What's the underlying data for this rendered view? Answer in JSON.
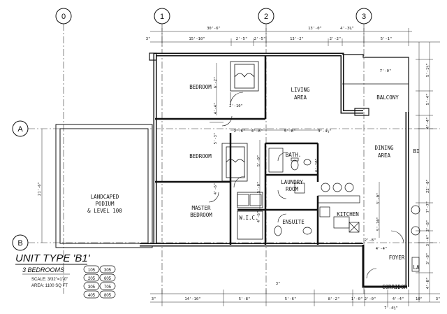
{
  "grid": {
    "columns": [
      "0",
      "1",
      "2",
      "3"
    ],
    "rows": [
      "A",
      "B"
    ]
  },
  "rooms": {
    "bedroom_1": "BEDROOM",
    "living_1": "LIVING",
    "living_2": "AREA",
    "balcony": "BALCONY",
    "bedroom_2": "BEDROOM",
    "bath": "BATH.",
    "dining_1": "DINING",
    "dining_2": "AREA",
    "bi": "BI",
    "laundry_1": "LAUNDRY",
    "laundry_2": "ROOM",
    "podium_1": "LANDCAPED",
    "podium_2": "PODIUM",
    "podium_3": "& LEVEL 100",
    "master_1": "MASTER",
    "master_2": "BEDROOM",
    "wic": "W.I.C.",
    "ensuite": "ENSUITE",
    "kitchen": "KITCHEN",
    "foyer": "FOYER",
    "la": "LA",
    "corridor": "CORRIDOR"
  },
  "dimensions": {
    "top_overall": "30'-6\"",
    "top_a": "3\"",
    "top_b": "15'-10\"",
    "top_c": "2'-5\"",
    "top_d": "2'-5\"",
    "top_e": "13'-2\"",
    "top_f": "4'-3½\"",
    "top_g": "13'-0\"",
    "top_h": "2'-2\"",
    "top_i": "5'-1\"",
    "balcony_w": "7'-0\"",
    "left_a": "21'-6\"",
    "bedroom_h": "6'-2\"",
    "d_a": "4'-4\"",
    "d_b": "2'-10\"",
    "d_c": "2'-6\"",
    "d_d": "4'-8\"",
    "d_e": "5'-8\"",
    "d_f": "3'-4½\"",
    "d_g": "5'-3\"",
    "d_h": "5'-0\"",
    "d_i": "6'-10\"",
    "d_j": "4'-6\"",
    "d_k": "5'-0\"",
    "d_l": "3'-0\"",
    "d_m": "5'-10\"",
    "d_n": "4'-6\"",
    "d_o": "2'-8\"",
    "d_p": "4'-4\"",
    "d_q": "3\"",
    "r_a": "5'-1½\"",
    "r_b": "5'-4\"",
    "r_c": "4'-4\"",
    "r_d": "22'-0\"",
    "r_e": "7'-7\"",
    "r_f": "2'-8\"",
    "r_g": "3'-4\"",
    "r_h": "3'-8\"",
    "r_i": "4'-0\"",
    "bottom_a": "3\"",
    "bottom_b": "14'-10\"",
    "bottom_c": "5'-8\"",
    "bottom_d": "5'-6\"",
    "bottom_e": "8'-2\"",
    "bottom_f": "1'-0\"",
    "bottom_g": "2'-0\"",
    "bottom_h": "4'-4\"",
    "bottom_i": "7'-4½\"",
    "bottom_j": "10\"",
    "bottom_k": "3\""
  },
  "title_block": {
    "title": "UNIT TYPE 'B1'",
    "subtitle": "3 BEDROOMS",
    "scale": "SCALE: 3/32\"=1'-0\"",
    "area": "AREA: 1100 SQ FT",
    "units": [
      "105",
      "305",
      "205",
      "605",
      "305",
      "705",
      "405",
      "805"
    ]
  }
}
